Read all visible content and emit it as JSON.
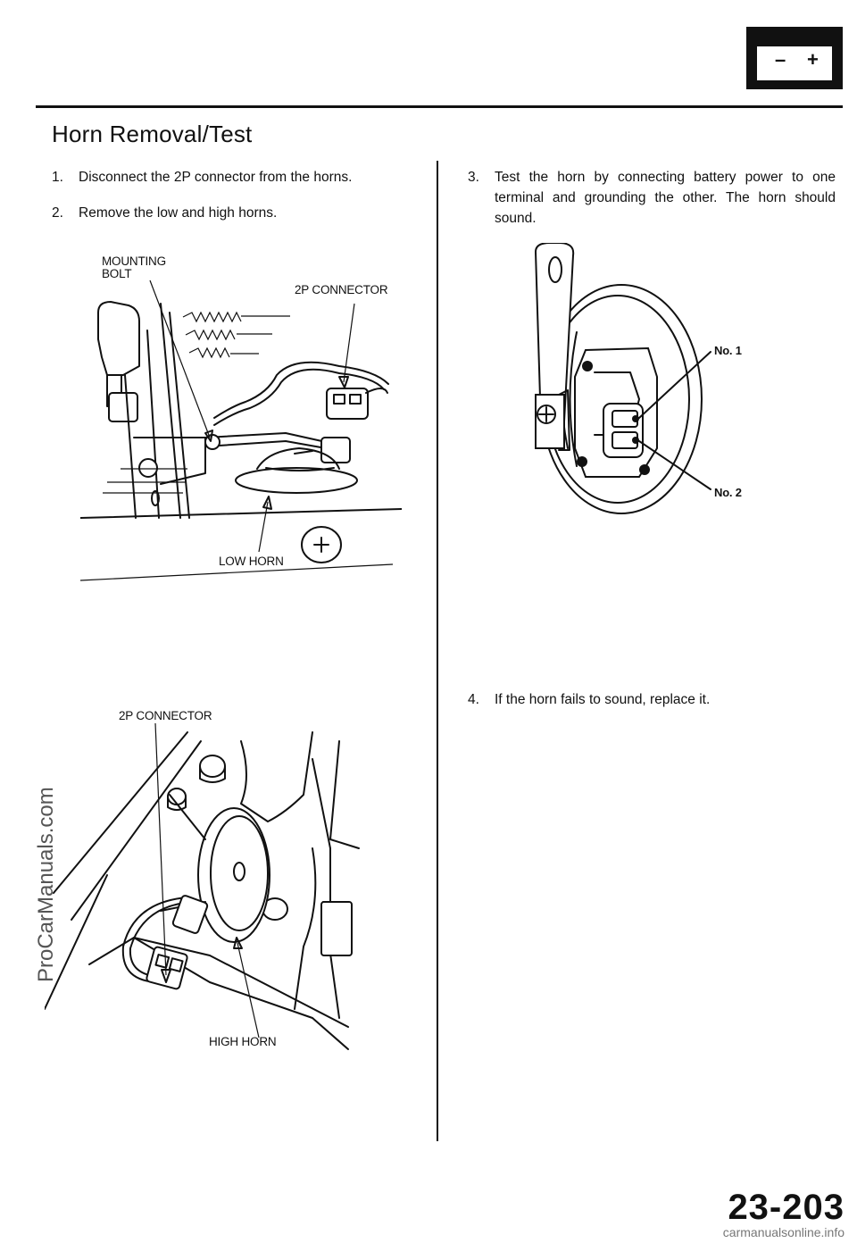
{
  "header": {
    "battery_minus": "–",
    "battery_plus": "+"
  },
  "title": "Horn Removal/Test",
  "steps": [
    {
      "num": "1.",
      "text": "Disconnect the 2P connector from the horns."
    },
    {
      "num": "2.",
      "text": "Remove the low and high horns."
    },
    {
      "num": "3.",
      "lines": [
        "Test the horn by connecting battery power to one",
        "terminal and grounding the other. The horn should",
        "sound."
      ]
    },
    {
      "num": "4.",
      "text": "If the horn fails to sound, replace it."
    }
  ],
  "figure1": {
    "mounting_bolt": [
      "MOUNTING",
      "BOLT"
    ],
    "connector": "2P CONNECTOR",
    "low_horn": "LOW HORN"
  },
  "figure2": {
    "connector": "2P CONNECTOR",
    "high_horn": "HIGH HORN"
  },
  "figure3": {
    "terminal_1": "No. 1",
    "terminal_2": "No. 2"
  },
  "watermark": "ProCarManuals.com",
  "page_number": "23-203",
  "footer_watermark": "carmanualsonline.info"
}
